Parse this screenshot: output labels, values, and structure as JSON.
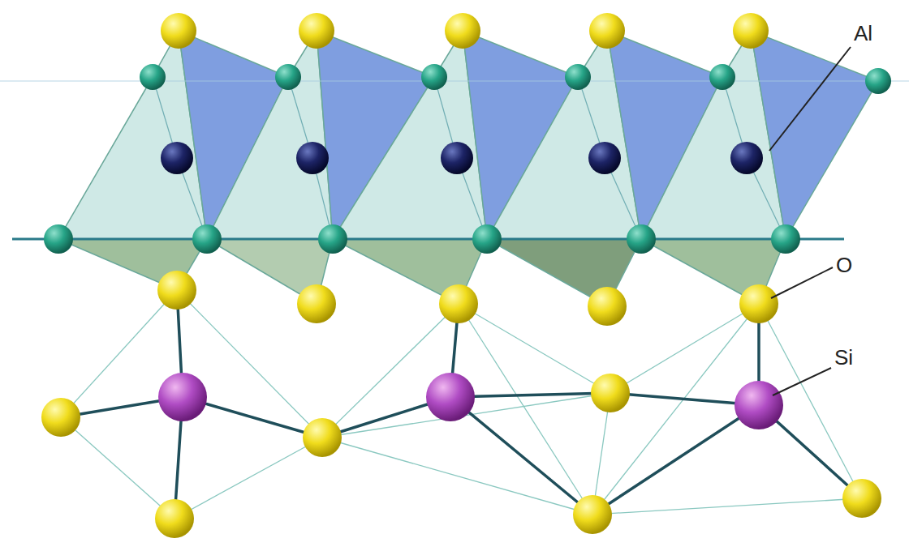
{
  "diagram": {
    "labels": [
      "Al",
      "O",
      "Si"
    ]
  }
}
